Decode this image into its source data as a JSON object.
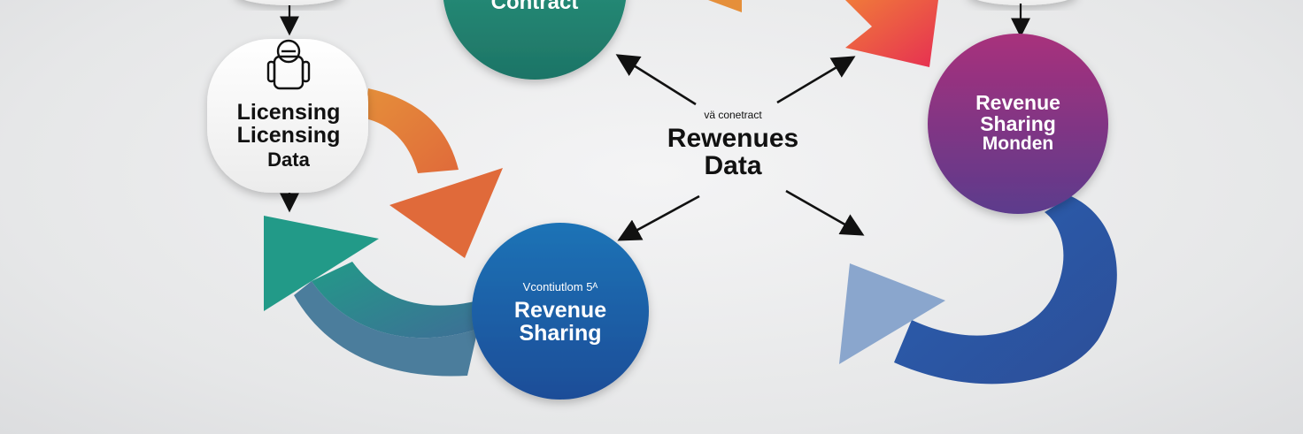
{
  "nodes": {
    "contract": {
      "label": "Contract",
      "color_top": "#2c9a82",
      "color_bottom": "#1e7a6a"
    },
    "licensing": {
      "lines": [
        "Licensing",
        "Licensing",
        "Data"
      ]
    },
    "center": {
      "small": "vä conetract",
      "lines": [
        "Rewenues",
        "Data"
      ]
    },
    "revenue_right": {
      "lines": [
        "Revenue",
        "Sharing",
        "Monden"
      ],
      "color_top": "#a2317f",
      "color_bottom": "#5e3a8a"
    },
    "revenue_bottom": {
      "small": "Vcontiutlom 5ᴬ",
      "lines": [
        "Revenue",
        "Sharing"
      ],
      "color_top": "#1e6fb3",
      "color_bottom": "#1a4f9a"
    }
  },
  "icons": {
    "licensing": "robot-icon"
  },
  "colors": {
    "orange": "#e0793a",
    "teal": "#2b8a86",
    "red": "#e8384e",
    "blue": "#2c55a0",
    "light_blue": "#8aa5cc"
  }
}
